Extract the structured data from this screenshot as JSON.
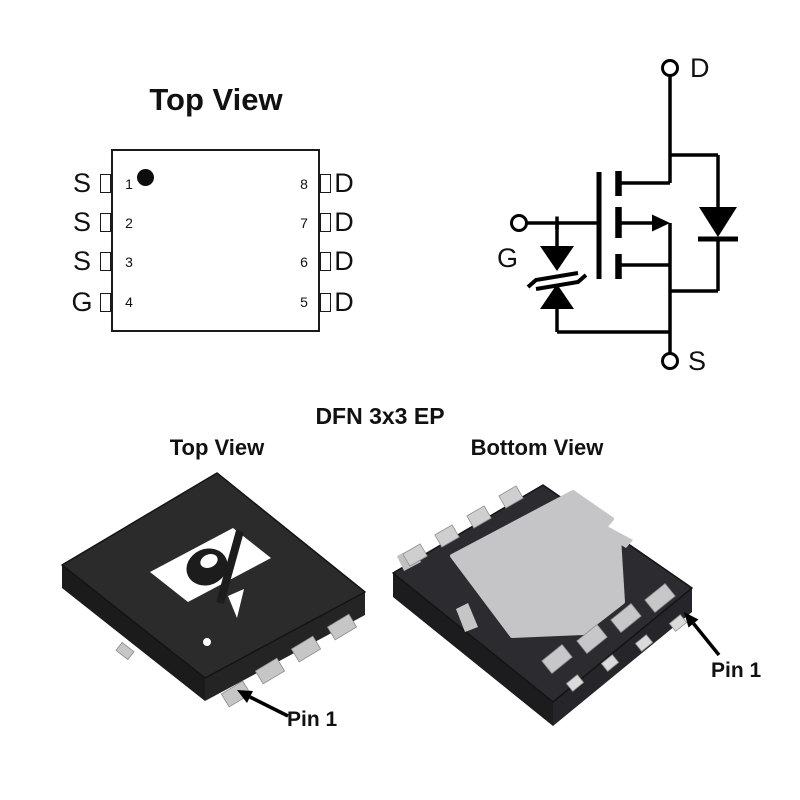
{
  "pinout": {
    "title": "Top View",
    "left_pins": [
      {
        "number": "1",
        "label": "S"
      },
      {
        "number": "2",
        "label": "S"
      },
      {
        "number": "3",
        "label": "S"
      },
      {
        "number": "4",
        "label": "G"
      }
    ],
    "right_pins": [
      {
        "number": "8",
        "label": "D"
      },
      {
        "number": "7",
        "label": "D"
      },
      {
        "number": "6",
        "label": "D"
      },
      {
        "number": "5",
        "label": "D"
      }
    ]
  },
  "schematic": {
    "terminals": {
      "drain": "D",
      "gate": "G",
      "source": "S"
    }
  },
  "package_views": {
    "package_name": "DFN 3x3 EP",
    "top_view_label": "Top View",
    "bottom_view_label": "Bottom View",
    "top_view_pin1_callout": "Pin 1",
    "bottom_view_pin1_callout": "Pin 1",
    "logo_icon": "alpha-omega-semiconductor-logo"
  },
  "colors": {
    "background": "#ffffff",
    "line": "#000000",
    "package_body": "#2b2b2b",
    "package_side": "#1b1b1b",
    "pin_metal": "#c8c8c8",
    "exposed_pad": "#c5c5c7"
  }
}
